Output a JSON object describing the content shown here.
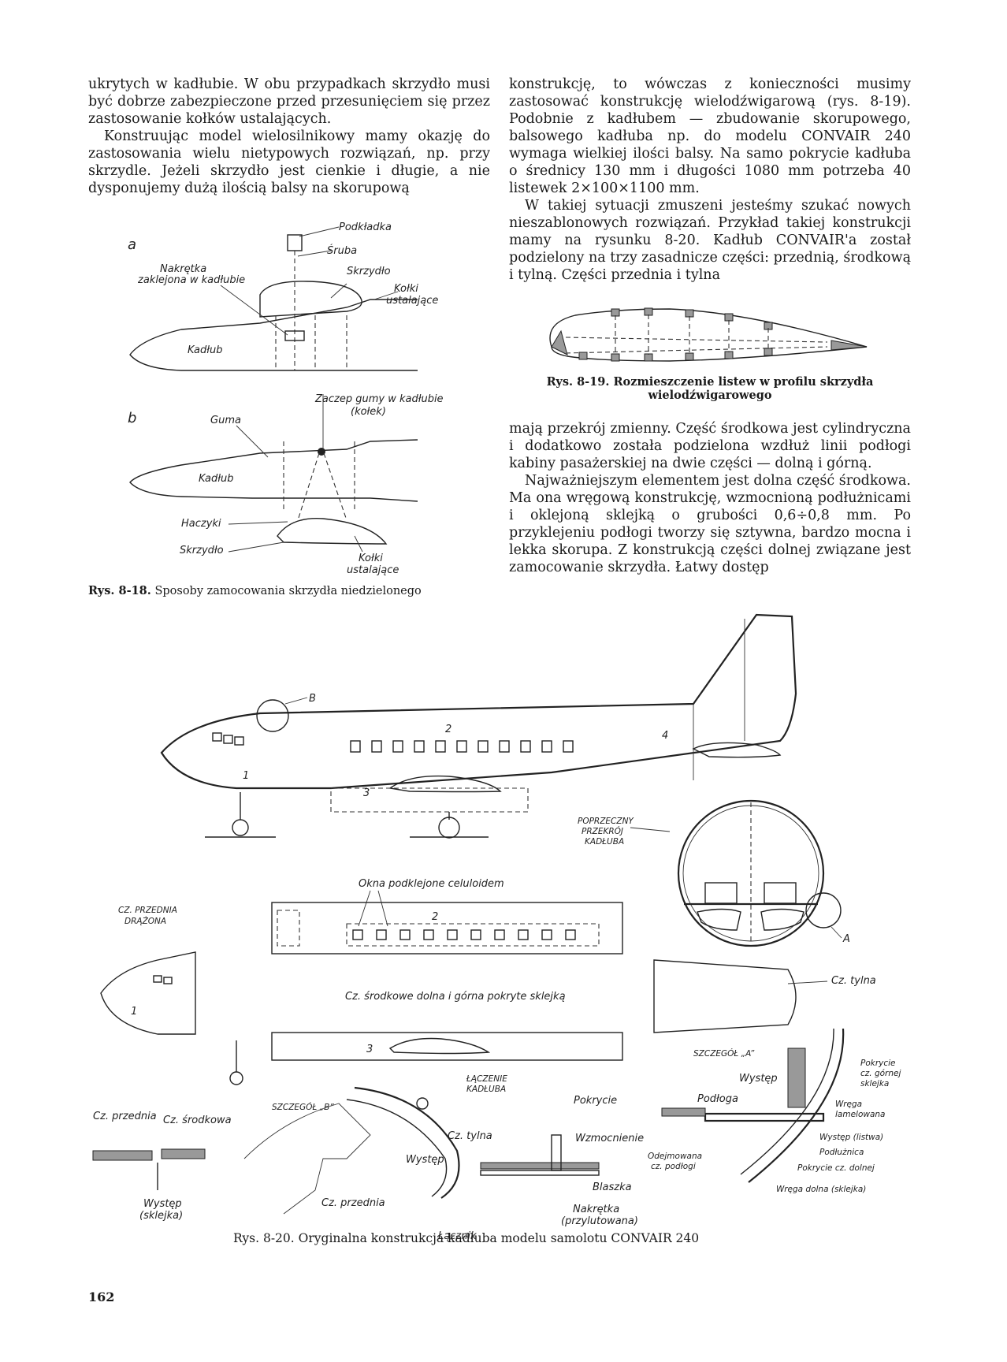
{
  "text": {
    "left_column": [
      "ukrytych w kadłubie. W obu przypadkach skrzydło musi być dobrze zabezpieczone przed przesunięciem się przez zastosowanie kołków ustalających.",
      "Konstruując model wielosilnikowy mamy okazję do zastosowania wielu nietypowych rozwiązań, np. przy skrzydle. Jeżeli skrzydło jest cienkie i długie, a nie dysponujemy dużą ilością balsy na skorupową"
    ],
    "right_column_top": [
      "konstrukcję, to wówczas z konieczności musimy zastosować konstrukcję wielodźwigarową (rys. 8-19). Podobnie z kadłubem — zbudowanie skorupowego, balsowego kadłuba np. do modelu CONVAIR 240 wymaga wielkiej ilości balsy. Na samo pokrycie kadłuba o średnicy 130 mm i długości 1080 mm potrzeba 40 listewek 2×100×1100 mm.",
      "W takiej sytuacji zmuszeni jesteśmy szukać nowych nieszablonowych rozwiązań. Przykład takiej konstrukcji mamy na rysunku 8-20. Kadłub CONVAIR'a został podzielony na trzy zasadnicze części: przednią, środkową i tylną. Części przednia i tylna"
    ],
    "right_column_mid": [
      "mają przekrój zmienny. Część środkowa jest cylindryczna i dodatkowo została podzielona wzdłuż linii podłogi kabiny pasażerskiej na dwie części — dolną i górną.",
      "Najważniejszym elementem jest dolna część środkowa. Ma ona wręgową konstrukcję, wzmocnioną podłużnicami i oklejoną sklejką o grubości 0,6÷0,8 mm. Po przyklejeniu podłogi tworzy się sztywna, bardzo mocna i lekka skorupa. Z konstrukcją części dolnej związane jest zamocowanie skrzydła. Łatwy dostęp"
    ]
  },
  "captions": {
    "fig_818_num": "Rys. 8-18.",
    "fig_818": "Sposoby zamocowania skrzydła niedzielonego",
    "fig_819_num": "Rys. 8-19.",
    "fig_819": "Rozmieszczenie listew w profilu skrzydła wielodźwigarowego",
    "fig_820_num": "Rys. 8-20.",
    "fig_820": "Oryginalna konstrukcja kadłuba modelu samolotu CONVAIR 240"
  },
  "page_number": "162",
  "fig_818_labels": {
    "a": "a",
    "b": "b",
    "podkladka": "Podkładka",
    "sruba": "Śruba",
    "nakretka_1": "Nakrętka",
    "nakretka_2": "zaklejona w kadłubie",
    "skrzydlo": "Skrzydło",
    "kolki_1": "Kołki",
    "kolki_2": "ustalające",
    "kadlub": "Kadłub",
    "zaczep_1": "Zaczep gumy w kadłubie",
    "zaczep_2": "(kołek)",
    "guma": "Guma",
    "kadlub_b": "Kadłub",
    "haczyki": "Haczyki",
    "skrzydlo_b": "Skrzydło",
    "kolki_b_1": "Kołki",
    "kolki_b_2": "ustalające"
  },
  "fig_820_labels": {
    "b_mark": "B",
    "n1": "1",
    "n2": "2",
    "n3": "3",
    "n4": "4",
    "przekroj_1": "POPRZECZNY",
    "przekroj_2": "PRZEKRÓJ",
    "przekroj_3": "KADŁUBA",
    "okna": "Okna podklejone celuloidem",
    "cz_przednia_drazona_1": "CZ. PRZEDNIA",
    "cz_przednia_drazona_2": "DRĄŻONA",
    "a_mark": "A",
    "cz_tylna": "Cz. tylna",
    "cz_srodkowe": "Cz. środkowe dolna i górna pokryte sklejką",
    "szczegol_a": "SZCZEGÓŁ „A”",
    "szczegol_b": "SZCZEGÓŁ „B”",
    "laczenie_1": "ŁĄCZENIE",
    "laczenie_2": "KADŁUBA",
    "cz_tylna_b": "Cz. tylna",
    "wystep": "Występ",
    "cz_przednia_b": "Cz. przednia",
    "lacznik": "Łącznik",
    "pokrycie": "Pokrycie",
    "wzmocnienie": "Wzmocnienie",
    "blaszka": "Blaszka",
    "nakretka_1": "Nakrętka",
    "nakretka_2": "(przylutowana)",
    "cz_przednia_l": "Cz. przednia",
    "cz_srodkowa_l": "Cz. środkowa",
    "wystep_sklejka_1": "Występ",
    "wystep_sklejka_2": "(sklejka)",
    "wystep_a": "Występ",
    "podloga": "Podłoga",
    "pokrycie_gornej_1": "Pokrycie",
    "pokrycie_gornej_2": "cz. górnej",
    "pokrycie_gornej_3": "sklejka",
    "wrega_lam_1": "Wręga",
    "wrega_lam_2": "lamelowana",
    "wystep_listwa": "Występ (listwa)",
    "podluznica": "Podłużnica",
    "pokrycie_dolnej": "Pokrycie cz. dolnej",
    "odejmowana_1": "Odejmowana",
    "odejmowana_2": "cz. podłogi",
    "wrega_dolna": "Wręga dolna (sklejka)"
  }
}
